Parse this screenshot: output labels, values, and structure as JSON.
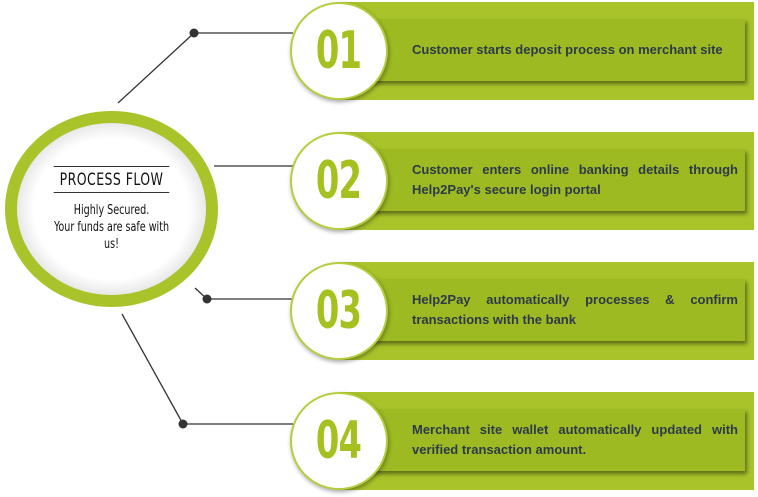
{
  "hub": {
    "title": "PROCESS FLOW",
    "subtitle_line1": "Highly Secured.",
    "subtitle_line2": "Your funds are safe with us!"
  },
  "steps": [
    {
      "number": "01",
      "text": "Customer starts deposit process on merchant site"
    },
    {
      "number": "02",
      "text": "Customer enters online banking details through Help2Pay's secure login portal"
    },
    {
      "number": "03",
      "text": "Help2Pay automatically processes & confirm transactions with the bank"
    },
    {
      "number": "04",
      "text": "Merchant site wallet automatically updated with verified transaction amount."
    }
  ],
  "colors": {
    "accent": "#a9c42a",
    "text": "#2e3a4a",
    "connector": "#333333"
  }
}
